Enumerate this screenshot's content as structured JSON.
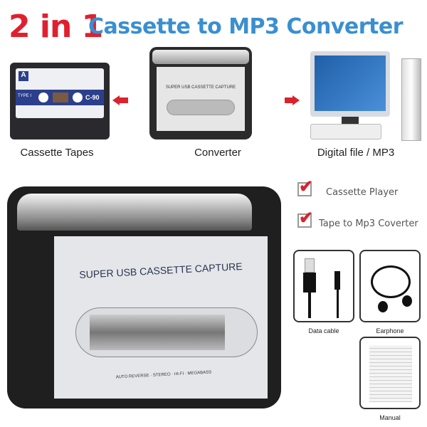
{
  "header": {
    "highlight": "2 in 1",
    "title": "Cassette to MP3 Converter"
  },
  "flow": {
    "items": [
      {
        "label": "Cassette Tapes"
      },
      {
        "label": "Converter"
      },
      {
        "label": "Digital file / MP3"
      }
    ],
    "cassette": {
      "side": "A",
      "type": "TYPE I",
      "length": "C-90"
    },
    "arrow_color": "#d9232d"
  },
  "device": {
    "brand": "SUPER USB CASSETTE CAPTURE",
    "features": "AUTO REVERSE · STEREO · HI-FI · MEGABASS"
  },
  "features": [
    {
      "label": "Cassette Player"
    },
    {
      "label": "Tape to Mp3 Coverter"
    }
  ],
  "accessories": [
    {
      "label": "Data cable"
    },
    {
      "label": "Earphone"
    },
    {
      "label": "Manual"
    }
  ],
  "colors": {
    "red": "#e0202f",
    "blue": "#3a8fd0"
  }
}
